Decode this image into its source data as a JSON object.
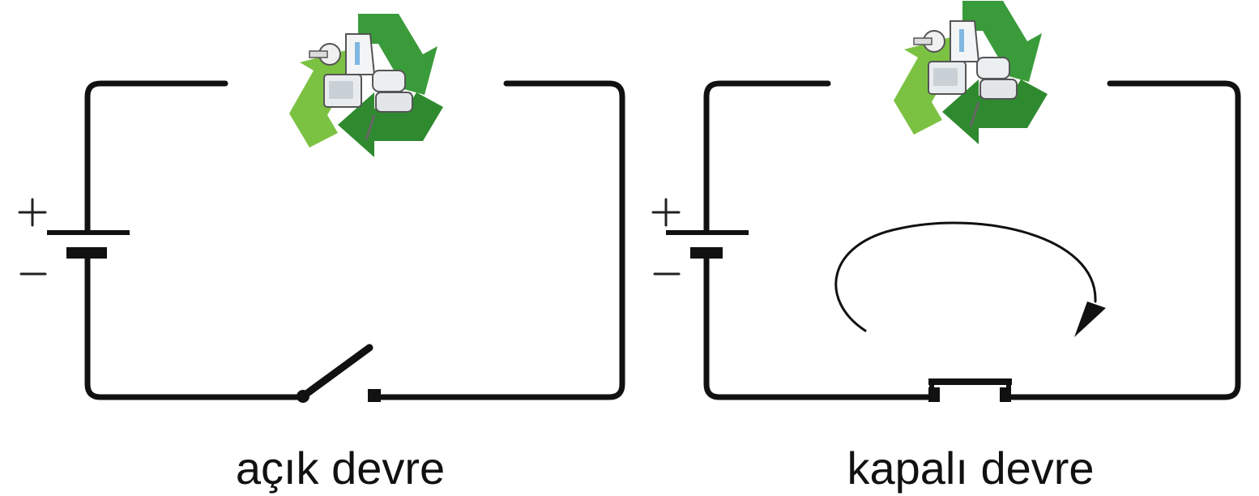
{
  "circuits": [
    {
      "id": "open",
      "caption": "açık devre",
      "switch_state": "open",
      "battery": {
        "positive": "+",
        "negative": "−"
      },
      "load_icon": "recycle-appliances-icon"
    },
    {
      "id": "closed",
      "caption": "kapalı devre",
      "switch_state": "closed",
      "battery": {
        "positive": "+",
        "negative": "−"
      },
      "load_icon": "recycle-appliances-icon",
      "current_arrow": "clockwise-arrow"
    }
  ],
  "colors": {
    "wire": "#111111",
    "recycle_green_dark": "#2e8b2e",
    "recycle_green_light": "#7cc242",
    "appliance_gray": "#e6e8ea"
  }
}
